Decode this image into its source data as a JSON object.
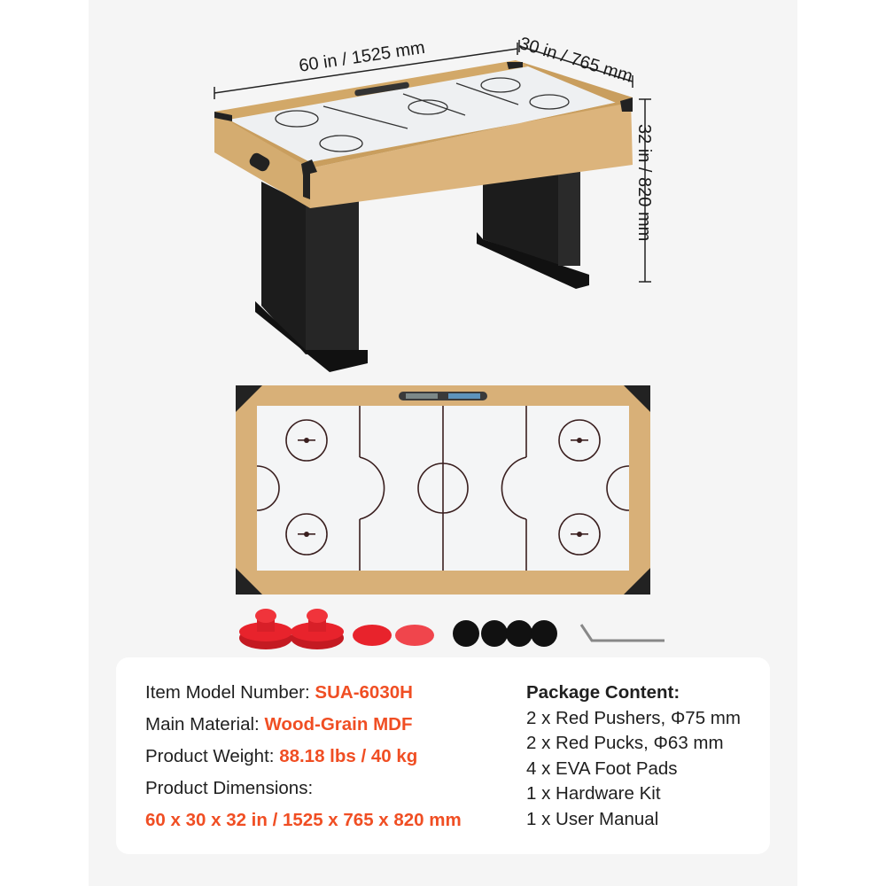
{
  "dimensions": {
    "length": "60 in / 1525 mm",
    "width": "30 in / 765 mm",
    "height": "32 in / 820 mm"
  },
  "specs": {
    "model_label": "Item Model Number:",
    "model_value": "SUA-6030H",
    "material_label": "Main Material:",
    "material_value": "Wood-Grain MDF",
    "weight_label": "Product Weight:",
    "weight_value": "88.18 lbs / 40 kg",
    "dimensions_label": "Product Dimensions:",
    "dimensions_value": "60 x 30 x 32 in / 1525 x 765 x 820 mm"
  },
  "package": {
    "title": "Package Content:",
    "items": [
      "2 x Red Pushers, Φ75 mm",
      "2 x Red Pucks, Φ63 mm",
      "4 x EVA Foot Pads",
      "1 x Hardware Kit",
      "1 x User Manual"
    ]
  },
  "colors": {
    "accent": "#f04e23",
    "wood": "#d9b27a",
    "leg": "#1b1b1b",
    "puck_red": "#e8232c"
  }
}
